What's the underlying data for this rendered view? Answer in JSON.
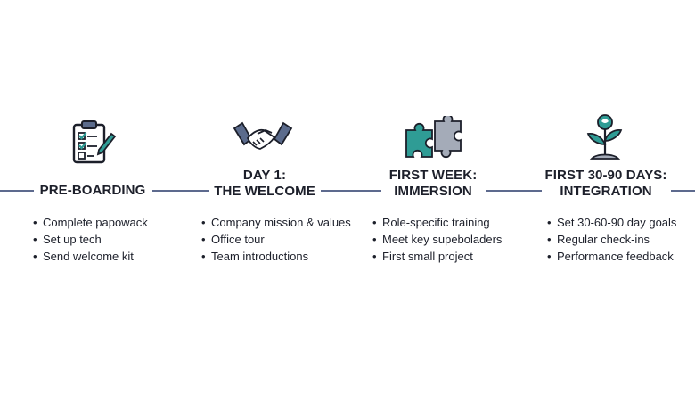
{
  "colors": {
    "line": "#5d6a8e",
    "ink": "#1c1f2a",
    "teal": "#2f9c95",
    "slate": "#5b6b8c",
    "gray": "#a4abb8"
  },
  "stages": [
    {
      "icon": "clipboard-checklist-icon",
      "title_line1": "",
      "title_line2": "PRE-BOARDING",
      "items": [
        "Complete papowack",
        "Set up tech",
        "Send welcome kit"
      ]
    },
    {
      "icon": "handshake-icon",
      "title_line1": "DAY 1:",
      "title_line2": "THE WELCOME",
      "items": [
        "Company mission & values",
        "Office tour",
        "Team introductions"
      ]
    },
    {
      "icon": "puzzle-pieces-icon",
      "title_line1": "FIRST WEEK:",
      "title_line2": "IMMERSION",
      "items": [
        "Role-specific training",
        "Meet key supeboladers",
        "First small project"
      ]
    },
    {
      "icon": "sprouting-plant-icon",
      "title_line1": "FIRST 30-90 DAYS:",
      "title_line2": "INTEGRATION",
      "items": [
        "Set 30-60-90 day goals",
        "Regular check-ins",
        "Performance feedback"
      ]
    }
  ]
}
